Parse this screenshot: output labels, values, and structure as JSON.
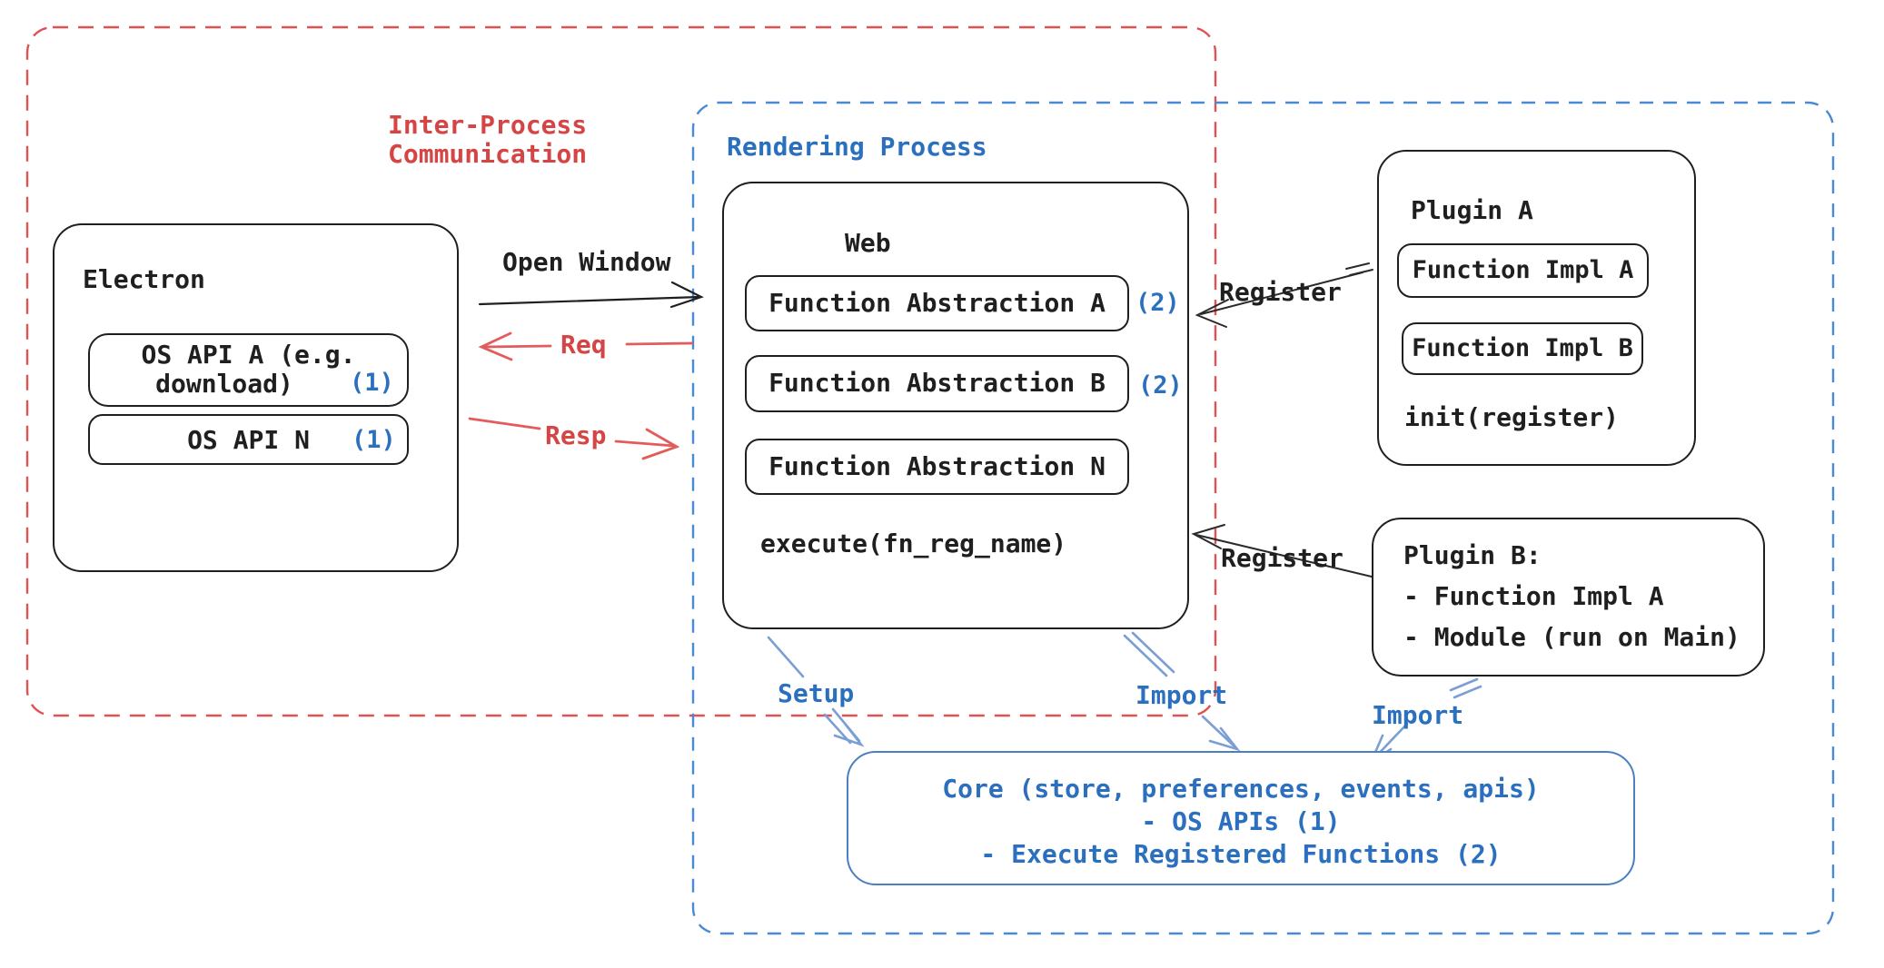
{
  "ipc_boundary": {
    "title_line1": "Inter-Process",
    "title_line2": "Communication"
  },
  "rendering_boundary": {
    "title": "Rendering Process"
  },
  "electron": {
    "title": "Electron",
    "os_api_a_line1": "OS API A (e.g.",
    "os_api_a_line2": "download)",
    "os_api_a_badge": "(1)",
    "os_api_n_label": "OS API N",
    "os_api_n_badge": "(1)"
  },
  "web": {
    "title": "Web",
    "fn_abstraction_a": "Function Abstraction A",
    "fn_abstraction_a_badge": "(2)",
    "fn_abstraction_b": "Function Abstraction B",
    "fn_abstraction_b_badge": "(2)",
    "fn_abstraction_n": "Function Abstraction N",
    "execute_label": "execute(fn_reg_name)"
  },
  "plugin_a": {
    "title": "Plugin A",
    "impl_a": "Function Impl A",
    "impl_b": "Function Impl B",
    "init_label": "init(register)"
  },
  "plugin_b": {
    "title": "Plugin B:",
    "item_1": "- Function Impl A",
    "item_2": "- Module (run on Main)"
  },
  "core": {
    "line1": "Core (store, preferences, events, apis)",
    "line2": "- OS APIs (1)",
    "line3": "- Execute Registered Functions (2)"
  },
  "arrows": {
    "open_window": "Open Window",
    "req": "Req",
    "resp": "Resp",
    "register_plugin_a": "Register",
    "register_plugin_b": "Register",
    "setup": "Setup",
    "import_web": "Import",
    "import_plugin_b": "Import"
  },
  "colors": {
    "red": "#d64545",
    "red_dash": "#e05252",
    "blue": "#2b6fbf",
    "blue_dash": "#4a8ad4",
    "arrow_blue": "#7b9fd4",
    "ink": "#1f1f1f"
  }
}
